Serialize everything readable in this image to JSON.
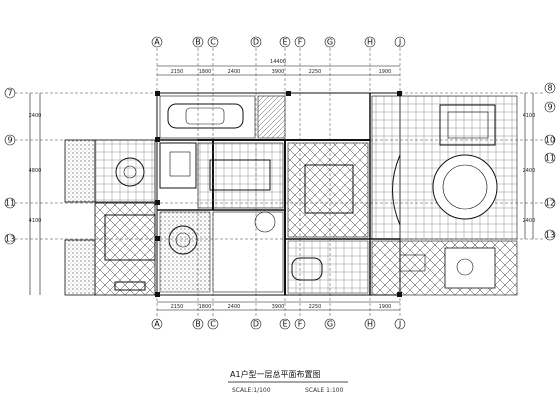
{
  "drawing": {
    "title": "A1户型一层总平面布置图",
    "scale_note": "SCALE 1:100",
    "sub_note": "SCALE:1/100"
  },
  "axes": {
    "top": [
      "A",
      "B",
      "C",
      "D",
      "E",
      "F",
      "G",
      "H",
      "J"
    ],
    "bottom": [
      "A",
      "B",
      "C",
      "D",
      "E",
      "F",
      "G",
      "H",
      "J"
    ],
    "left": [
      "7",
      "9",
      "11",
      "13"
    ],
    "right": [
      "8",
      "9",
      "10",
      "11",
      "12",
      "13"
    ]
  },
  "dimensions": {
    "top_total": "14400",
    "top": [
      "2150",
      "1800",
      "2400",
      "3900",
      "2250",
      "1900"
    ],
    "bottom": [
      "2150",
      "1800",
      "2400",
      "3900",
      "2250",
      "1900"
    ],
    "left": [
      "2400",
      "4800",
      "4100"
    ],
    "right": [
      "4100",
      "2400",
      "2400"
    ]
  },
  "colors": {
    "ink": "#111111",
    "paper": "#ffffff"
  }
}
